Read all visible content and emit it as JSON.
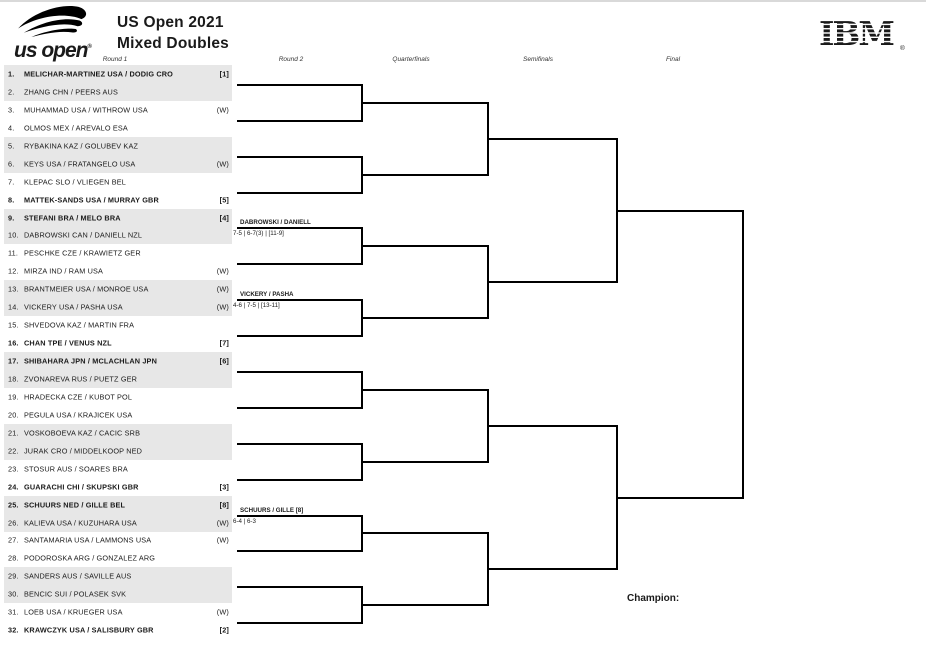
{
  "header": {
    "wordmark": "us open",
    "wordmark_reg": "®",
    "title_line1": "US Open 2021",
    "title_line2": "Mixed Doubles",
    "ibm_text": "IBM",
    "ibm_reg": "®"
  },
  "round_labels": [
    "Round 1",
    "Round 2",
    "Quarterfinals",
    "Semifinals",
    "Final"
  ],
  "bracket": {
    "teams": [
      {
        "num": "1.",
        "name": "MELICHAR-MARTINEZ USA / DODIG CRO",
        "tag": "[1]",
        "seeded": true
      },
      {
        "num": "2.",
        "name": "ZHANG CHN / PEERS AUS",
        "tag": "",
        "seeded": false
      },
      {
        "num": "3.",
        "name": "MUHAMMAD USA / WITHROW USA",
        "tag": "(W)",
        "seeded": false
      },
      {
        "num": "4.",
        "name": "OLMOS MEX / AREVALO ESA",
        "tag": "",
        "seeded": false
      },
      {
        "num": "5.",
        "name": "RYBAKINA KAZ / GOLUBEV KAZ",
        "tag": "",
        "seeded": false
      },
      {
        "num": "6.",
        "name": "KEYS USA / FRATANGELO USA",
        "tag": "(W)",
        "seeded": false
      },
      {
        "num": "7.",
        "name": "KLEPAC SLO / VLIEGEN BEL",
        "tag": "",
        "seeded": false
      },
      {
        "num": "8.",
        "name": "MATTEK-SANDS USA / MURRAY GBR",
        "tag": "[5]",
        "seeded": true
      },
      {
        "num": "9.",
        "name": "STEFANI BRA / MELO BRA",
        "tag": "[4]",
        "seeded": true
      },
      {
        "num": "10.",
        "name": "DABROWSKI CAN / DANIELL NZL",
        "tag": "",
        "seeded": false
      },
      {
        "num": "11.",
        "name": "PESCHKE CZE / KRAWIETZ GER",
        "tag": "",
        "seeded": false
      },
      {
        "num": "12.",
        "name": "MIRZA IND / RAM USA",
        "tag": "(W)",
        "seeded": false
      },
      {
        "num": "13.",
        "name": "BRANTMEIER USA / MONROE USA",
        "tag": "(W)",
        "seeded": false
      },
      {
        "num": "14.",
        "name": "VICKERY USA / PASHA USA",
        "tag": "(W)",
        "seeded": false
      },
      {
        "num": "15.",
        "name": "SHVEDOVA KAZ / MARTIN FRA",
        "tag": "",
        "seeded": false
      },
      {
        "num": "16.",
        "name": "CHAN TPE / VENUS NZL",
        "tag": "[7]",
        "seeded": true
      },
      {
        "num": "17.",
        "name": "SHIBAHARA JPN / MCLACHLAN JPN",
        "tag": "[6]",
        "seeded": true
      },
      {
        "num": "18.",
        "name": "ZVONAREVA RUS / PUETZ GER",
        "tag": "",
        "seeded": false
      },
      {
        "num": "19.",
        "name": "HRADECKA CZE / KUBOT POL",
        "tag": "",
        "seeded": false
      },
      {
        "num": "20.",
        "name": "PEGULA USA / KRAJICEK USA",
        "tag": "",
        "seeded": false
      },
      {
        "num": "21.",
        "name": "VOSKOBOEVA KAZ / CACIC SRB",
        "tag": "",
        "seeded": false
      },
      {
        "num": "22.",
        "name": "JURAK CRO / MIDDELKOOP NED",
        "tag": "",
        "seeded": false
      },
      {
        "num": "23.",
        "name": "STOSUR AUS / SOARES BRA",
        "tag": "",
        "seeded": false
      },
      {
        "num": "24.",
        "name": "GUARACHI CHI / SKUPSKI GBR",
        "tag": "[3]",
        "seeded": true
      },
      {
        "num": "25.",
        "name": "SCHUURS NED / GILLE BEL",
        "tag": "[8]",
        "seeded": true
      },
      {
        "num": "26.",
        "name": "KALIEVA USA / KUZUHARA USA",
        "tag": "(W)",
        "seeded": false
      },
      {
        "num": "27.",
        "name": "SANTAMARIA USA / LAMMONS USA",
        "tag": "(W)",
        "seeded": false
      },
      {
        "num": "28.",
        "name": "PODOROSKA ARG / GONZALEZ ARG",
        "tag": "",
        "seeded": false
      },
      {
        "num": "29.",
        "name": "SANDERS AUS / SAVILLE AUS",
        "tag": "",
        "seeded": false
      },
      {
        "num": "30.",
        "name": "BENCIC SUI / POLASEK SVK",
        "tag": "",
        "seeded": false
      },
      {
        "num": "31.",
        "name": "LOEB USA / KRUEGER USA",
        "tag": "(W)",
        "seeded": false
      },
      {
        "num": "32.",
        "name": "KRAWCZYK USA / SALISBURY GBR",
        "tag": "[2]",
        "seeded": true
      }
    ],
    "results": [
      {
        "pair": 5,
        "winner": "DABROWSKI / DANIELL",
        "score": "7-5 | 6-7(3) | [11-9]"
      },
      {
        "pair": 7,
        "winner": "VICKERY / PASHA",
        "score": "4-6 | 7-5 | [13-11]"
      },
      {
        "pair": 13,
        "winner": "SCHUURS / GILLE [8]",
        "score": "6-4 | 6-3"
      }
    ],
    "champion_label": "Champion:"
  },
  "colors": {
    "shaded_row": "#e7e7e7",
    "line": "#000000",
    "text": "#1a1a1a"
  }
}
